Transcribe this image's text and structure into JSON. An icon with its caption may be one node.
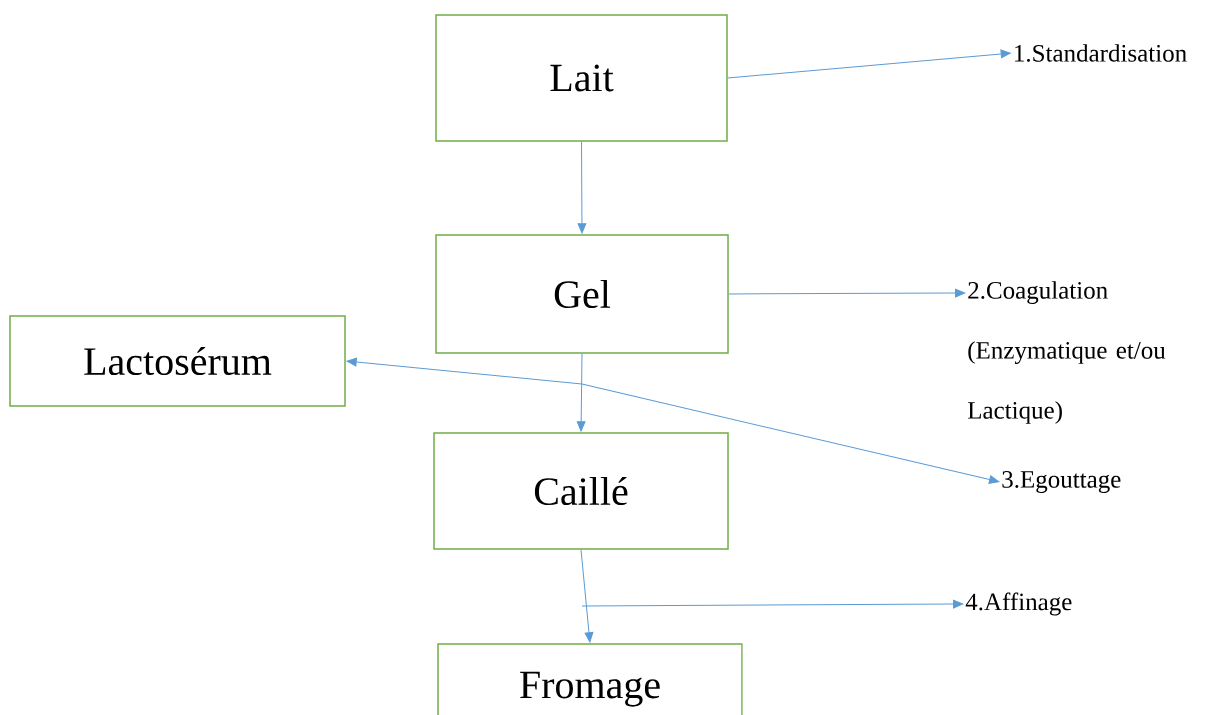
{
  "diagram": {
    "nodes": [
      {
        "text": [
          "Lait"
        ]
      },
      {
        "text": [
          "Gel"
        ]
      },
      {
        "text": [
          "Lactosérum"
        ]
      },
      {
        "text": [
          "Caillé"
        ]
      },
      {
        "text": [
          "Fromage"
        ]
      },
      {
        "text": [
          "1.Standardisation"
        ]
      },
      {
        "text": [
          "2.Coagulation (Enzymatique et/ou Lactique)"
        ]
      },
      {
        "text": [
          "3.Egouttage"
        ]
      },
      {
        "text": [
          "4.Affinage"
        ]
      }
    ],
    "edges": [
      {
        "from": 0,
        "to": 1,
        "arrow": "to"
      },
      {
        "from": 1,
        "to": 3,
        "arrow": "to"
      },
      {
        "from": 3,
        "to": 4,
        "arrow": "to"
      },
      {
        "from": 0,
        "to": 5,
        "arrow": "to"
      },
      {
        "from": 1,
        "to": 6,
        "arrow": "to"
      },
      {
        "from": null,
        "to": 2,
        "arrow": "to"
      },
      {
        "from": null,
        "to": 7,
        "arrow": "to"
      },
      {
        "from": null,
        "to": 8,
        "arrow": "to"
      }
    ]
  }
}
